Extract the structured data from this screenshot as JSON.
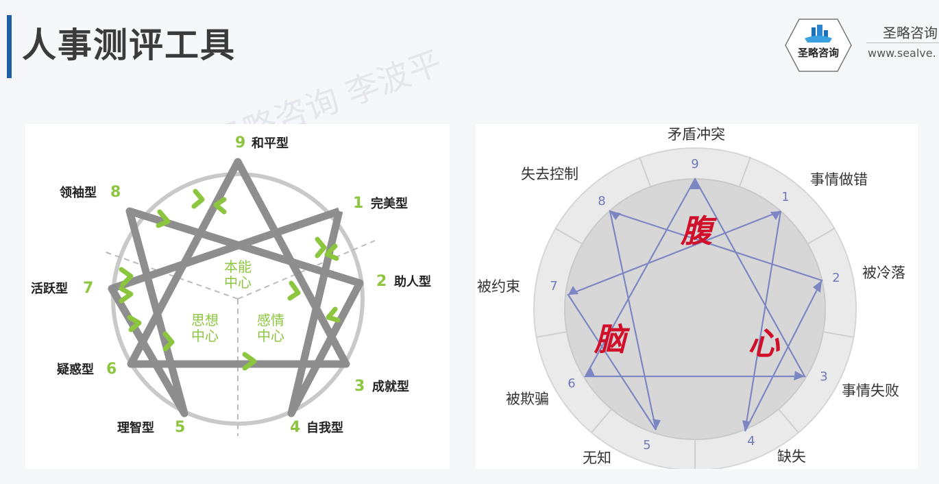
{
  "header": {
    "title": "人事测评工具",
    "logo_name": "圣略咨询",
    "logo_url": "www.sealve.",
    "logo_badge_text": "圣略咨询"
  },
  "watermark": {
    "text": "圣略咨询 李波平"
  },
  "left_diagram": {
    "types": [
      {
        "num": "9",
        "label": "和平型"
      },
      {
        "num": "1",
        "label": "完美型"
      },
      {
        "num": "2",
        "label": "助人型"
      },
      {
        "num": "3",
        "label": "成就型"
      },
      {
        "num": "4",
        "label": "自我型"
      },
      {
        "num": "5",
        "label": "理智型"
      },
      {
        "num": "6",
        "label": "疑惑型"
      },
      {
        "num": "7",
        "label": "活跃型"
      },
      {
        "num": "8",
        "label": "领袖型"
      }
    ],
    "centers": [
      {
        "line1": "本能",
        "line2": "中心"
      },
      {
        "line1": "思想",
        "line2": "中心"
      },
      {
        "line1": "感情",
        "line2": "中心"
      }
    ],
    "colors": {
      "line": "#8e8e8e",
      "arrow": "#8cc63f",
      "number": "#8cc63f",
      "center_text": "#8cc63f"
    }
  },
  "right_diagram": {
    "numbers": [
      "9",
      "1",
      "2",
      "3",
      "4",
      "5",
      "6",
      "7",
      "8"
    ],
    "labels": [
      {
        "num": "9",
        "label": "矛盾冲突"
      },
      {
        "num": "1",
        "label": "事情做错"
      },
      {
        "num": "2",
        "label": "被冷落"
      },
      {
        "num": "3",
        "label": "事情失败"
      },
      {
        "num": "4",
        "label": "缺失"
      },
      {
        "num": "5",
        "label": "无知"
      },
      {
        "num": "6",
        "label": "被欺骗"
      },
      {
        "num": "7",
        "label": "被约束"
      },
      {
        "num": "8",
        "label": "失去控制"
      }
    ],
    "calligraphy": {
      "top": "腹",
      "left": "脑",
      "right": "心"
    },
    "colors": {
      "line": "#7b86c2",
      "calligraphy": "#d0102a",
      "number": "#6f78b8"
    }
  }
}
